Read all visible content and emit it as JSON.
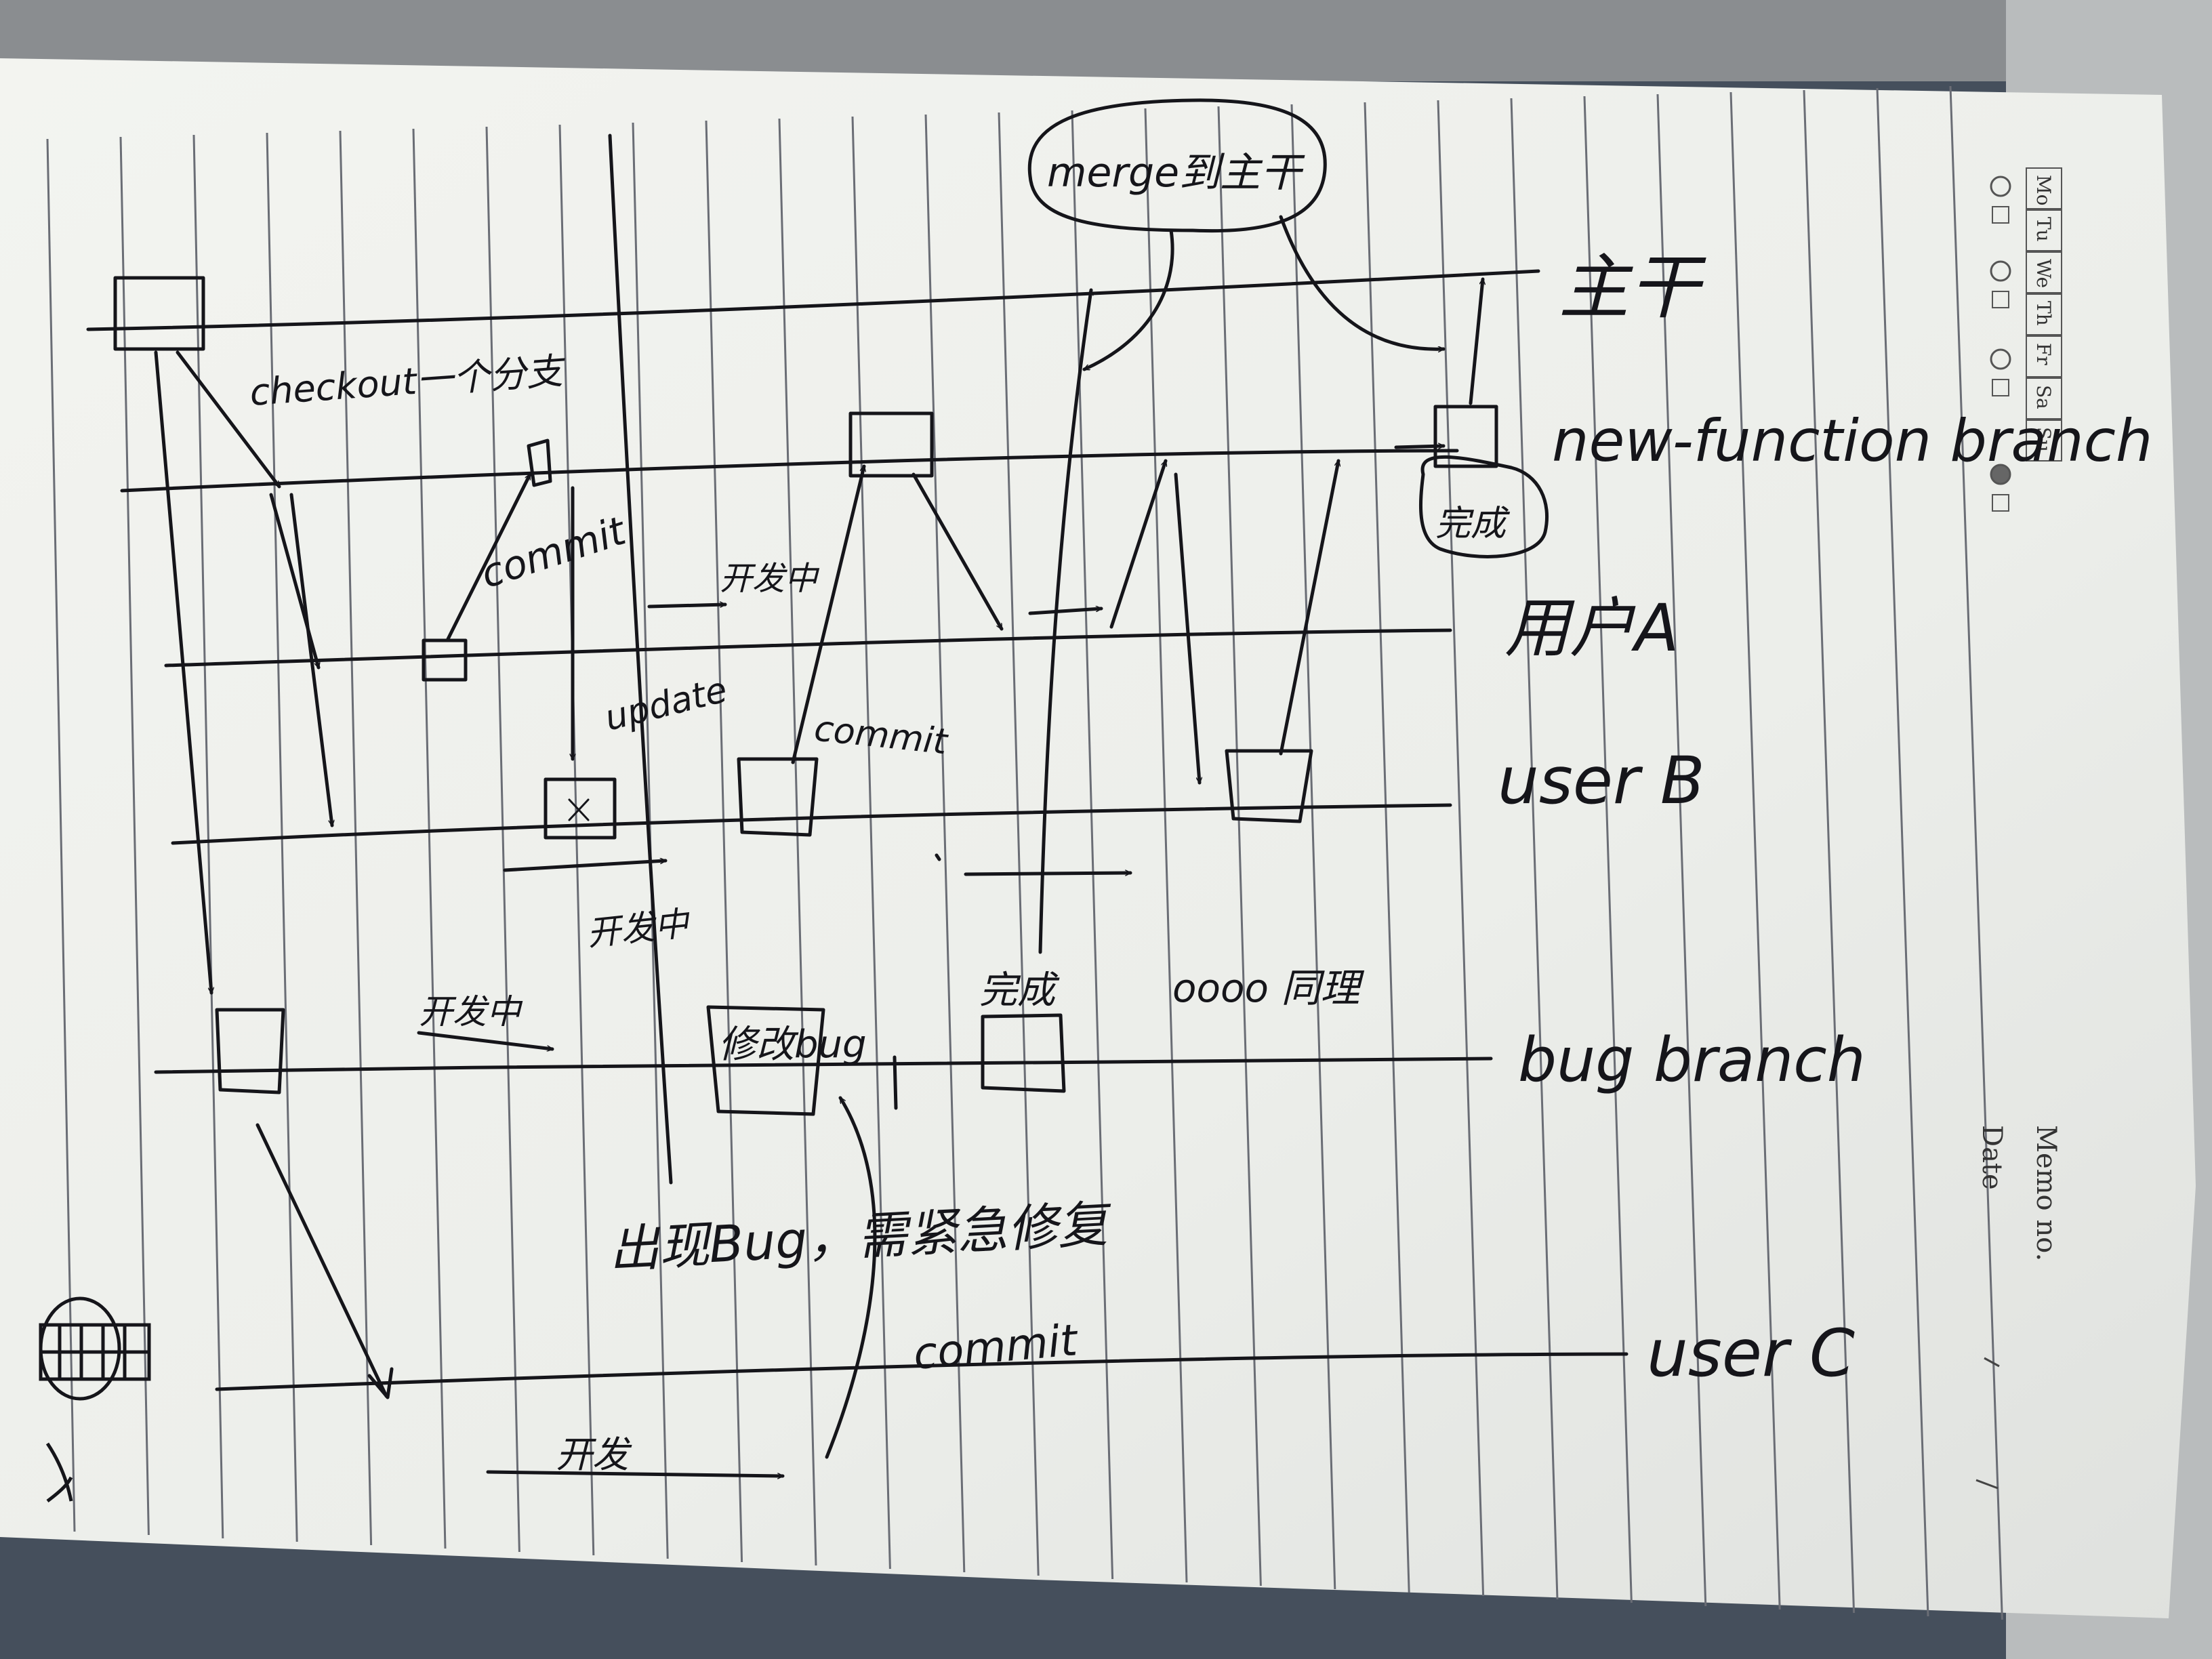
{
  "lanes": {
    "trunk": "主干",
    "new_function": "new-function branch",
    "user_a": "用户A",
    "user_b": "user B",
    "bug_branch": "bug branch",
    "user_c": "user C"
  },
  "notes": {
    "merge": "merge到主干",
    "checkout": "checkout一个分支",
    "commit_a": "commit",
    "dev_a": "开发中",
    "update": "update",
    "commit_b": "commit",
    "dev_b": "开发中",
    "dev_bug": "开发中",
    "fix_bug": "修改bug",
    "done_bug": "完成",
    "same_logic": "oooo 同理",
    "done_nf": "完成",
    "emergency": "出现Bug，需紧急修复",
    "commit_c": "commit",
    "dev_c": "开发"
  },
  "memo": {
    "days": [
      "Mo",
      "Tu",
      "We",
      "Th",
      "Fr",
      "Sa",
      "Su"
    ],
    "memo_no": "Memo no.",
    "date": "Date"
  }
}
